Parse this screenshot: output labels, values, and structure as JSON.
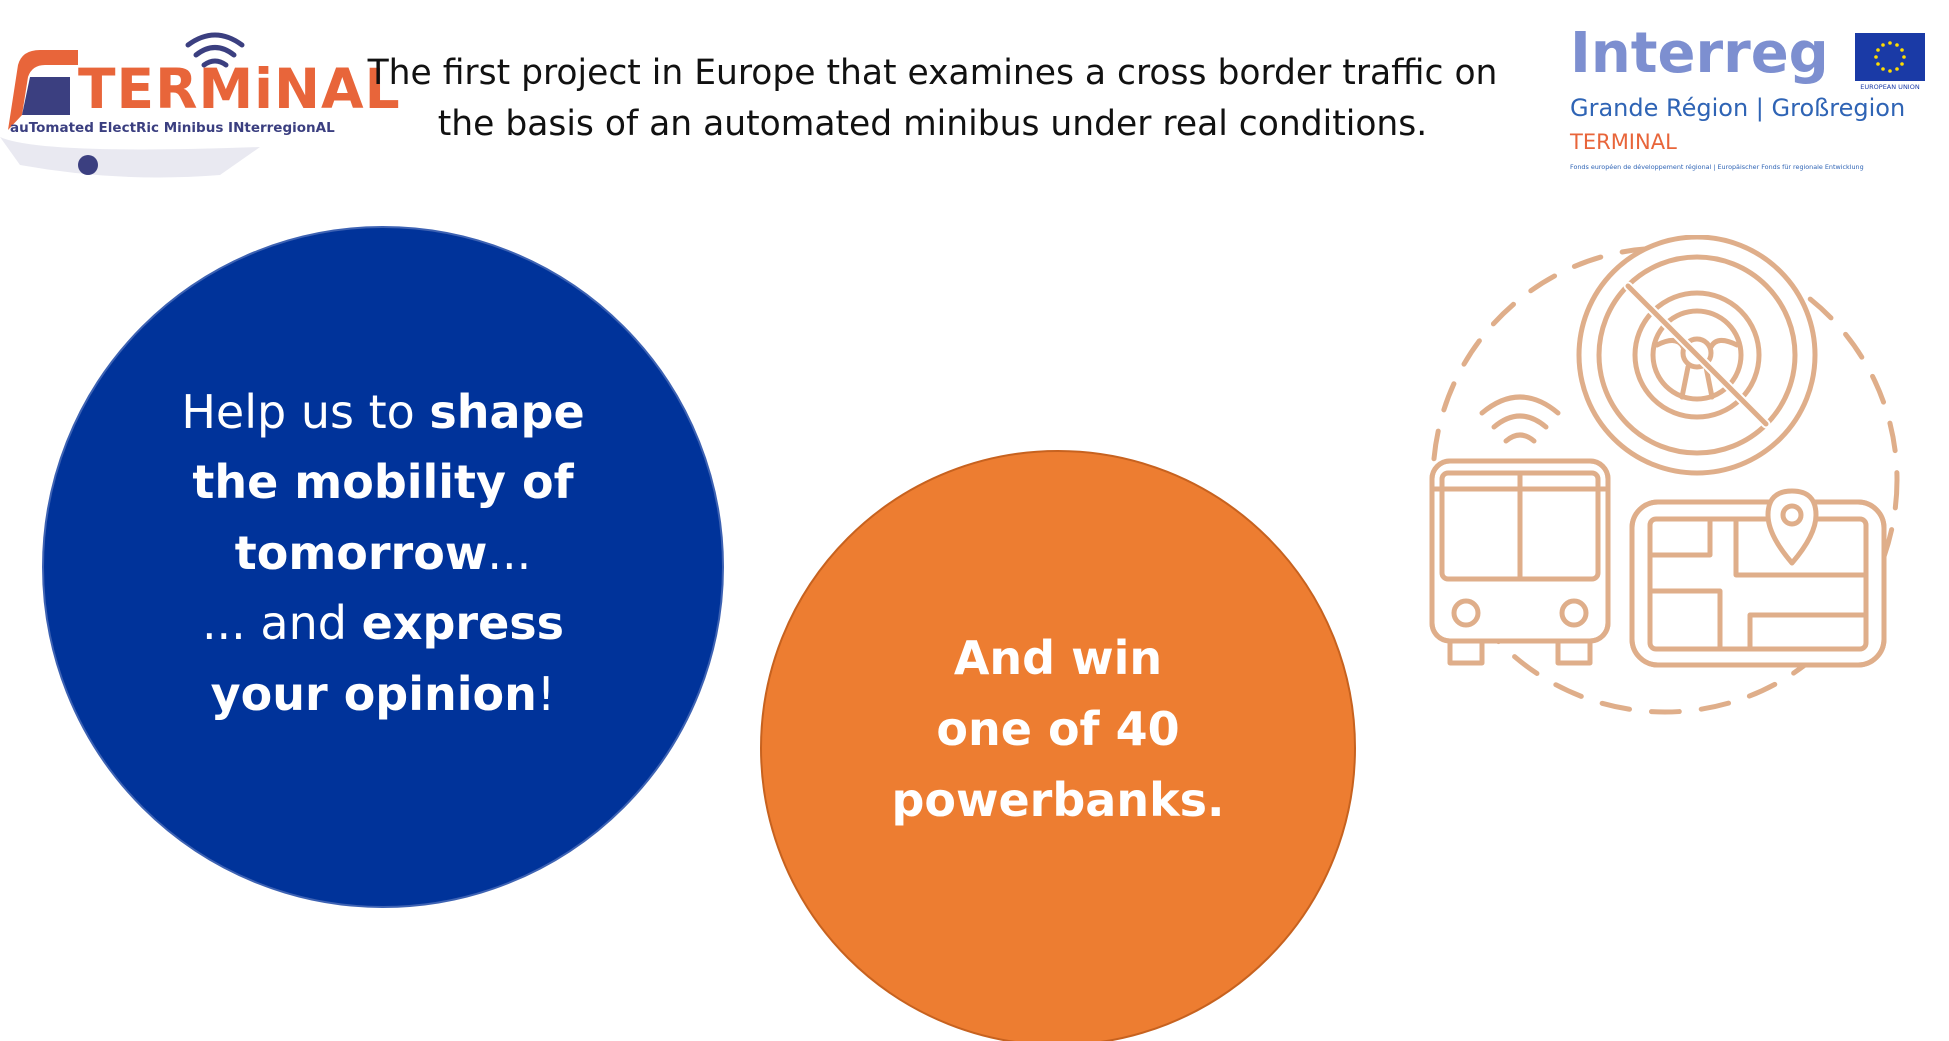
{
  "logo_left": {
    "wordmark": "TERMiNAL",
    "tagline": "auTomated ElectRic Minibus INterregionAL",
    "colors": {
      "primary": "#e8653a",
      "secondary": "#3b3f80"
    }
  },
  "headline": {
    "line1": "The first project in Europe that examines a cross border traffic on",
    "line2": "the basis of an automated minibus under real conditions."
  },
  "logo_right": {
    "brand": "Interreg",
    "eu_label": "EUROPEAN UNION",
    "region": "Grande Région | Großregion",
    "project": "TERMINAL",
    "fund": "Fonds européen de développement régional | Europäischer Fonds für regionale Entwicklung",
    "colors": {
      "brand": "#7d8fd0",
      "region": "#2f64b5",
      "flag": "#1a3aa6",
      "stars": "#ffdd00"
    }
  },
  "blue_circle": {
    "color": "#00339a",
    "l1_pre": "Help us to ",
    "l1_bold": "shape",
    "l2_bold": "the mobility of",
    "l3_bold": "tomorrow",
    "l3_post": "...",
    "l4_pre": "... and ",
    "l4_bold": "express",
    "l5_bold": "your opinion",
    "l5_post": "!"
  },
  "orange_circle": {
    "color": "#ed7d31",
    "l1": "And win",
    "l2": "one of 40",
    "l3": "powerbanks."
  },
  "illustration": {
    "stroke_color": "#dfae8a",
    "icons": [
      "no-steering-wheel-icon",
      "wifi-icon",
      "bus-icon",
      "map-icon",
      "location-pin-icon"
    ]
  }
}
